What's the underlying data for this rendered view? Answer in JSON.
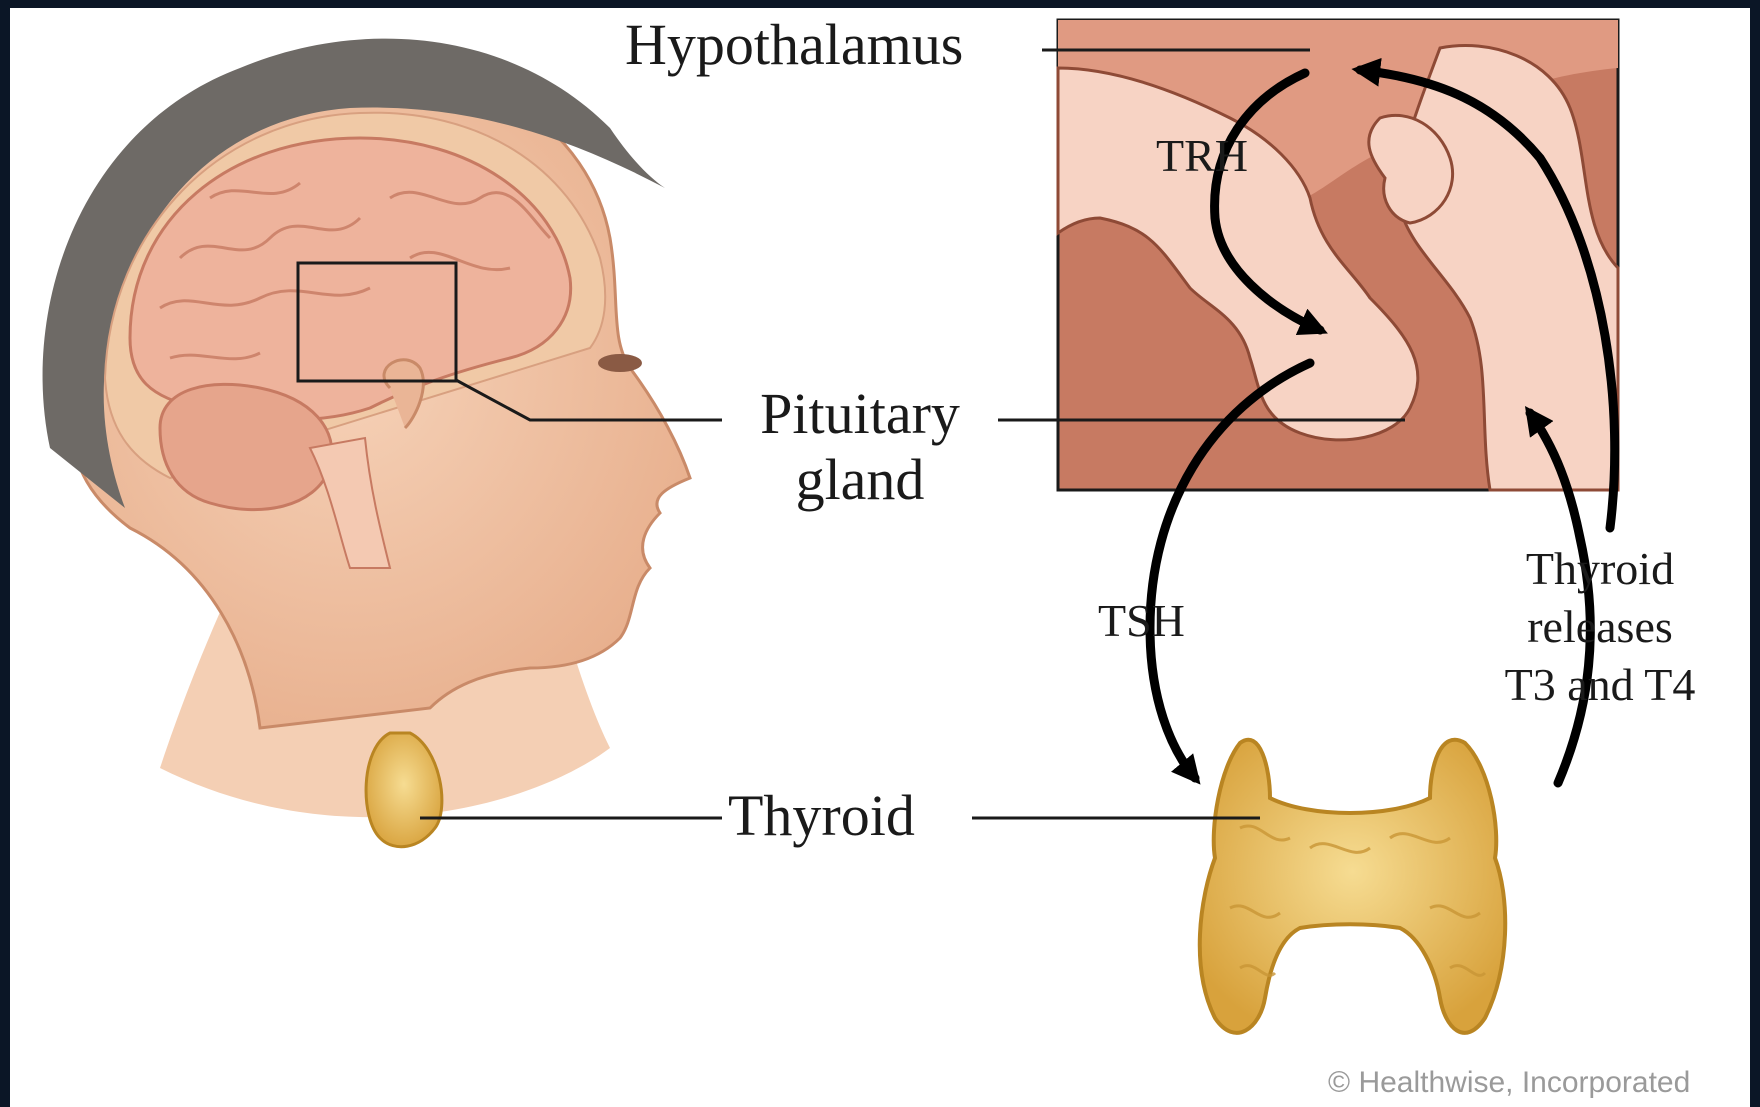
{
  "labels": {
    "hypothalamus": "Hypothalamus",
    "pituitary_line1": "Pituitary",
    "pituitary_line2": "gland",
    "thyroid": "Thyroid",
    "trh": "TRH",
    "tsh": "TSH",
    "release_line1": "Thyroid",
    "release_line2": "releases",
    "release_line3": "T3 and T4"
  },
  "credit": "© Healthwise, Incorporated",
  "colors": {
    "background_border": "#0b1626",
    "skin": "#f2c6a8",
    "brain": "#eeb39c",
    "tissue_dark": "#c77a62",
    "tissue_light": "#f7d3c4",
    "thyroid": "#e9bf5e",
    "arrow": "#000000"
  }
}
